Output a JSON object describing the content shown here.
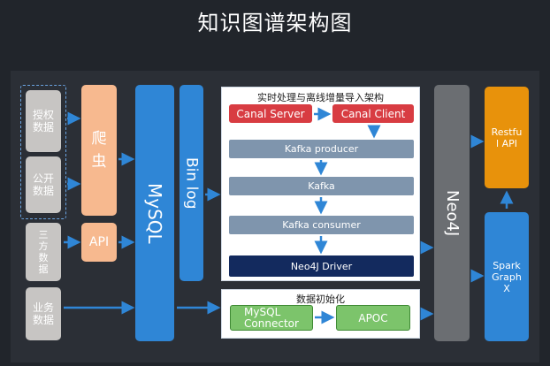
{
  "title": "知识图谱架构图",
  "sources": {
    "auth": "授权\n数据",
    "public": "公开\n数据",
    "third": "三\n方\n数\n据",
    "business": "业务\n数据"
  },
  "crawler": "爬\n虫",
  "api": "API",
  "mysql": "MySQL",
  "binlog": "Bin log",
  "realtime": {
    "title": "实时处理与离线增量导入架构",
    "canal_server": "Canal Server",
    "canal_client": "Canal Client",
    "kafka_producer": "Kafka producer",
    "kafka": "Kafka",
    "kafka_consumer": "Kafka consumer",
    "neo4j_driver": "Neo4J Driver"
  },
  "init": {
    "title": "数据初始化",
    "mysql_connector": "MySQL\nConnector",
    "apoc": "APOC"
  },
  "neo4j": "Neo4J",
  "restful": "Restfu\nl API",
  "spark": "Spark\nGraph\nX",
  "colors": {
    "background": "#21252b",
    "blue": "#2f86d6",
    "peach": "#f7b98f",
    "gray_source": "#c7c5c3",
    "red": "#d83c42",
    "green": "#7cc46b",
    "navy": "#132a5e",
    "orange": "#e8920b",
    "neo4j": "#6b6e72"
  }
}
